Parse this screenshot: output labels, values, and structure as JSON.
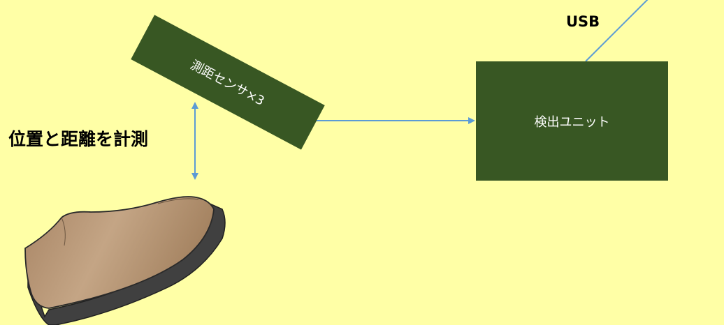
{
  "sensor": {
    "label": "測距センサ×3"
  },
  "unit": {
    "label": "検出ユニット"
  },
  "measure": {
    "label": "位置と距離を計測"
  },
  "usb": {
    "label": "USB"
  },
  "icons": {
    "shoe": "shoe-icon"
  },
  "colors": {
    "background": "#ffffa6",
    "box_fill": "#385723",
    "box_text": "#ffffff",
    "connector": "#5b9bd5",
    "shoe_upper": "#b08d6c",
    "shoe_sole": "#404040"
  }
}
